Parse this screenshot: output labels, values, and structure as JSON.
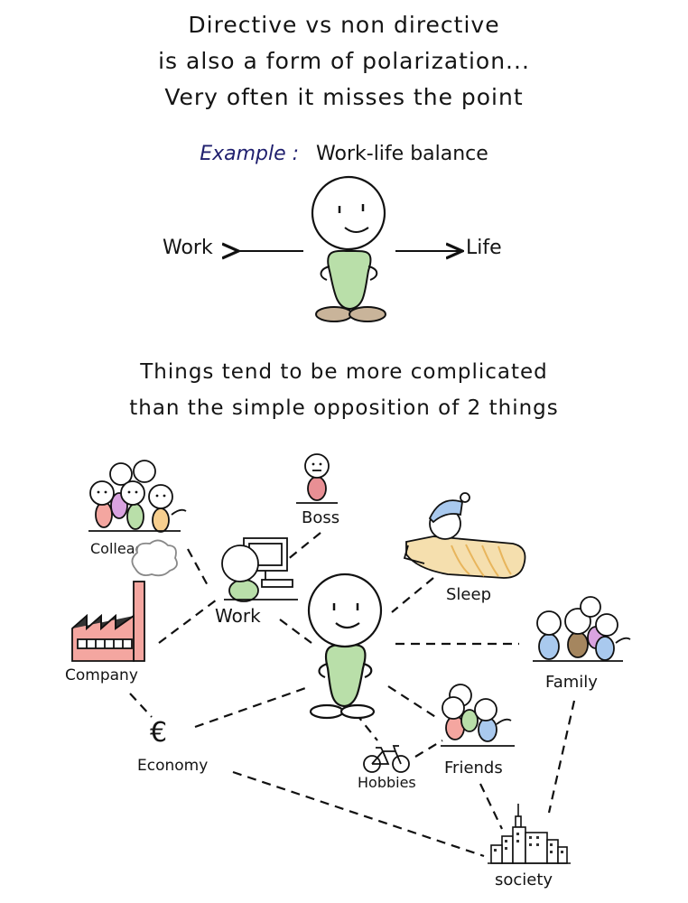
{
  "headline": {
    "line1": "Directive vs non directive",
    "line2": "is also a form of polarization...",
    "line3": "Very often it misses the point"
  },
  "example": {
    "label": "Example :",
    "text": "Work-life balance",
    "left": "Work",
    "right": "Life"
  },
  "subhead": {
    "line1": "Things tend to be more complicated",
    "line2": "than the simple opposition of 2 things"
  },
  "nodes": {
    "colleagues": "Colleagues",
    "boss": "Boss",
    "work": "Work",
    "sleep": "Sleep",
    "company": "Company",
    "family": "Family",
    "economy": "Economy",
    "currency_symbol": "€",
    "hobbies": "Hobbies",
    "friends": "Friends",
    "society": "society"
  },
  "colors": {
    "body_green": "#b9dfa9",
    "shoe_tan": "#c9b49a",
    "factory_pink": "#f4a6a0",
    "example_label": "#1f1f6e"
  }
}
